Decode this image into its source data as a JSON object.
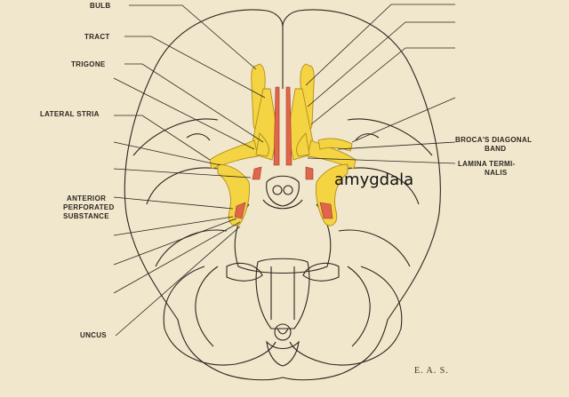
{
  "labels": {
    "bulb": "BULB",
    "tract": "TRACT",
    "trigone": "TRIGONE",
    "lateral_stria": "LATERAL STRIA",
    "anterior_1": "ANTERIOR",
    "anterior_2": "PERFORATED",
    "anterior_3": "SUBSTANCE",
    "uncus": "UNCUS",
    "brocas_1": "BROCA'S DIAGONAL",
    "brocas_2": "BAND",
    "lamina_1": "LAMINA TERMI-",
    "lamina_2": "NALIS",
    "amygdala": "amygdala",
    "signature": "E. A. S."
  },
  "colors": {
    "background": "#f1e7cc",
    "olfactory_yellow": "#f4d443",
    "stria_red": "#e0654b",
    "ink": "#2b2620"
  }
}
